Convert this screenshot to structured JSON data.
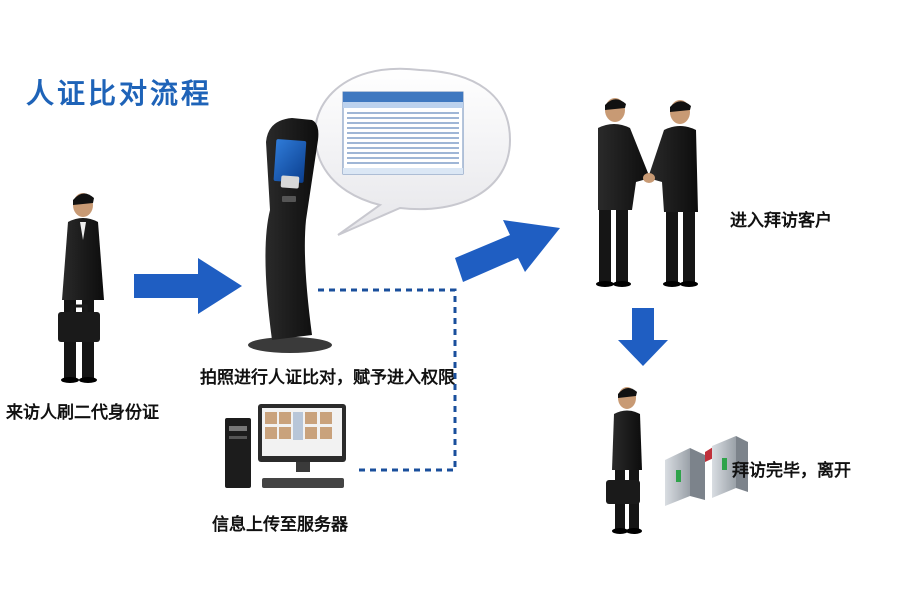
{
  "diagram": {
    "title": "人证比对流程",
    "steps": [
      {
        "id": "visitor",
        "label": "来访人刷二代身份证"
      },
      {
        "id": "kiosk",
        "label": "拍照进行人证比对，赋予进入权限"
      },
      {
        "id": "server",
        "label": "信息上传至服务器"
      },
      {
        "id": "visit",
        "label": "进入拜访客户"
      },
      {
        "id": "leave",
        "label": "拜访完毕，离开"
      }
    ],
    "colors": {
      "title": "#1e63b8",
      "arrow": "#1f5ec2",
      "dashed_link": "#1a4f9c",
      "suit": "#1b1b1b",
      "kiosk_body": "#1a1a1a"
    },
    "icons": [
      "businessman-icon",
      "briefcase-icon",
      "kiosk-icon",
      "speech-bubble-icon",
      "computer-icon",
      "handshake-icon",
      "turnstile-icon"
    ]
  }
}
